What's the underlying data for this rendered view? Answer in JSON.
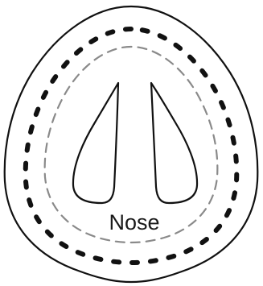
{
  "diagram": {
    "label": "Nose",
    "colors": {
      "outline": "#111111",
      "inner_dashed": "#8a8a8a",
      "background": "#ffffff"
    },
    "elements": [
      {
        "name": "outer-boundary",
        "style": "solid"
      },
      {
        "name": "middle-boundary",
        "style": "heavy-dashed"
      },
      {
        "name": "inner-boundary",
        "style": "light-dashed"
      },
      {
        "name": "left-nostril",
        "style": "solid"
      },
      {
        "name": "right-nostril",
        "style": "solid"
      }
    ]
  }
}
